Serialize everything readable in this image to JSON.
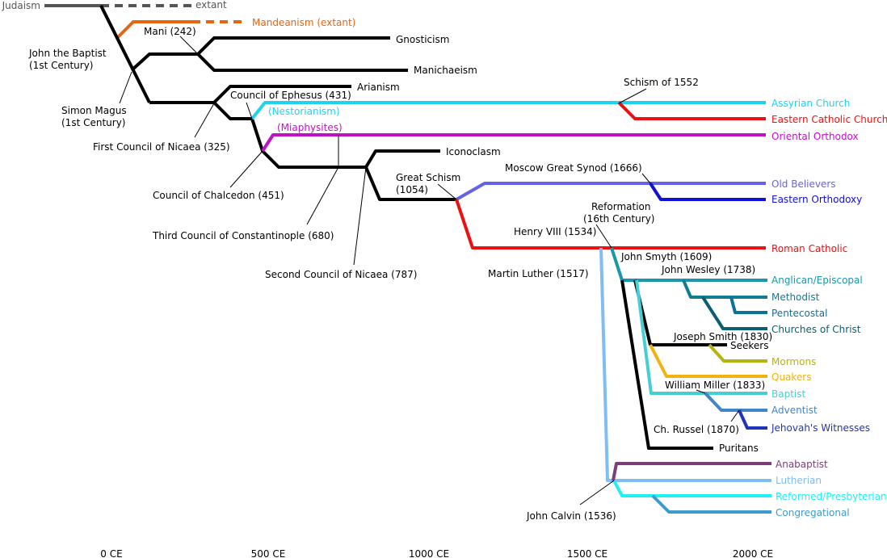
{
  "axis": {
    "ticks": [
      "0 CE",
      "500 CE",
      "1000 CE",
      "1500 CE",
      "2000 CE"
    ]
  },
  "branches": {
    "judaism": "Judaism",
    "extant": "extant",
    "mandeanism": "Mandeanism (extant)",
    "gnosticism": "Gnosticism",
    "manichaeism": "Manichaeism",
    "arianism": "Arianism",
    "nestorianism": "(Nestorianism)",
    "miaphysites": "(Miaphysites)",
    "iconoclasm": "Iconoclasm",
    "assyrian": "Assyrian Church",
    "eastern_catholic": "Eastern Catholic Church",
    "oriental_orthodox": "Oriental Orthodox",
    "old_believers": "Old Believers",
    "eastern_orthodoxy": "Eastern Orthodoxy",
    "roman_catholic": "Roman Catholic",
    "anglican": "Anglican/Episcopal",
    "methodist": "Methodist",
    "pentecostal": "Pentecostal",
    "churches_of_christ": "Churches of Christ",
    "seekers": "Seekers",
    "mormons": "Mormons",
    "quakers": "Quakers",
    "baptist": "Baptist",
    "adventist": "Adventist",
    "jehovahs": "Jehovah's Witnesses",
    "puritans": "Puritans",
    "anabaptist": "Anabaptist",
    "lutherian": "Lutherian",
    "reformed": "Reformed/Presbyterian",
    "congregational": "Congregational"
  },
  "events": {
    "mani": "Mani (242)",
    "john_baptist_1": "John the Baptist",
    "john_baptist_2": "(1st Century)",
    "simon_magus_1": "Simon Magus",
    "simon_magus_2": "(1st Century)",
    "ephesus": "Council of Ephesus (431)",
    "nicaea1": "First Council of Nicaea (325)",
    "chalcedon": "Council of Chalcedon (451)",
    "constantinople3": "Third Council of Constantinople (680)",
    "nicaea2": "Second Council of Nicaea (787)",
    "schism1552": "Schism of 1552",
    "great_schism_1": "Great Schism",
    "great_schism_2": "(1054)",
    "moscow": "Moscow Great Synod (1666)",
    "reformation_1": "Reformation",
    "reformation_2": "(16th Century)",
    "henry8": "Henry VIII (1534)",
    "luther": "Martin Luther (1517)",
    "smyth": "John Smyth (1609)",
    "wesley": "John Wesley (1738)",
    "joseph_smith": "Joseph Smith (1830)",
    "miller": "William Miller (1833)",
    "russel": "Ch. Russel (1870)",
    "calvin": "John Calvin (1536)"
  },
  "colors": {
    "judaism": "#555555",
    "mandeanism": "#e8650f",
    "main": "#000000",
    "nestorian": "#1ed2f2",
    "eastern_catholic": "#ee1010",
    "miaphysite": "#c20fc8",
    "old_believers": "#6363e9",
    "eastern_orthodoxy": "#1010d8",
    "roman_catholic": "#ee1010",
    "anglican": "#1a96ad",
    "methodist": "#127b96",
    "pentecostal": "#0e7196",
    "churches_of_christ": "#0b5e73",
    "mormons": "#b4b40f",
    "quakers": "#f2b20f",
    "baptist": "#46cfd2",
    "adventist": "#3f85c8",
    "jehovahs": "#2034b8",
    "anabaptist": "#7a3f78",
    "lutherian": "#7fbdf4",
    "reformed": "#1ef0f4",
    "congregational": "#3e9ccc"
  }
}
